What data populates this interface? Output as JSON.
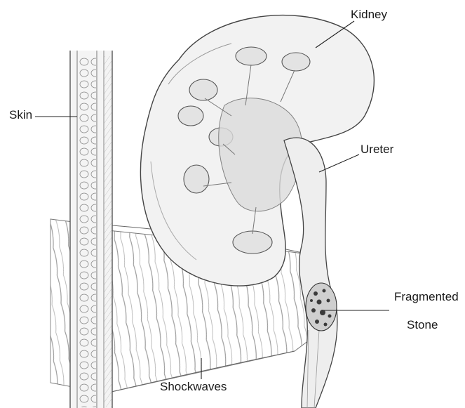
{
  "labels": {
    "kidney": "Kidney",
    "skin": "Skin",
    "ureter": "Ureter",
    "fragmented_line1": "Fragmented",
    "fragmented_line2": "Stone",
    "shockwaves": "Shockwaves"
  },
  "colors": {
    "ink": "#222222",
    "shade": "#8a8a8a",
    "background": "#ffffff"
  }
}
